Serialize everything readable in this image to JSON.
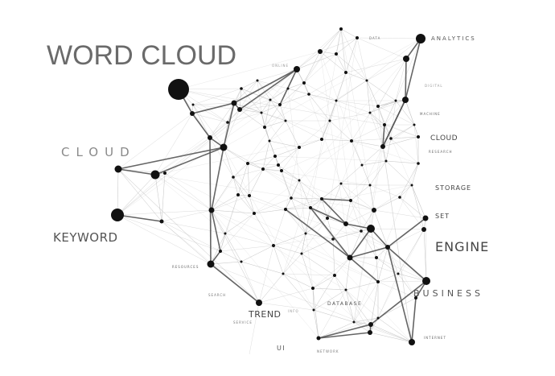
{
  "title": "WORD CLOUD",
  "labels": {
    "cloud_big": "CLOUD",
    "keyword": "KEYWORD",
    "engine": "ENGINE",
    "business": "BUSINESS",
    "trend": "TREND",
    "analytics": "ANALYTICS",
    "cloud_small": "CLOUD",
    "storage": "STORAGE",
    "set": "SET",
    "ui": "UI",
    "database": "DATABASE",
    "machine": "MACHINE",
    "research": "RESEARCH",
    "resources": "RESOURCES",
    "internet": "INTERNET",
    "network": "NETWORK",
    "search": "SEARCH",
    "service": "SERVICE",
    "data": "DATA",
    "online": "ONLINE",
    "digital": "DIGITAL",
    "info": "INFO"
  },
  "colors": {
    "background": "#ffffff",
    "node": "#111111",
    "edge_strong": "#555555",
    "edge_faint": "#bbbbbb"
  }
}
